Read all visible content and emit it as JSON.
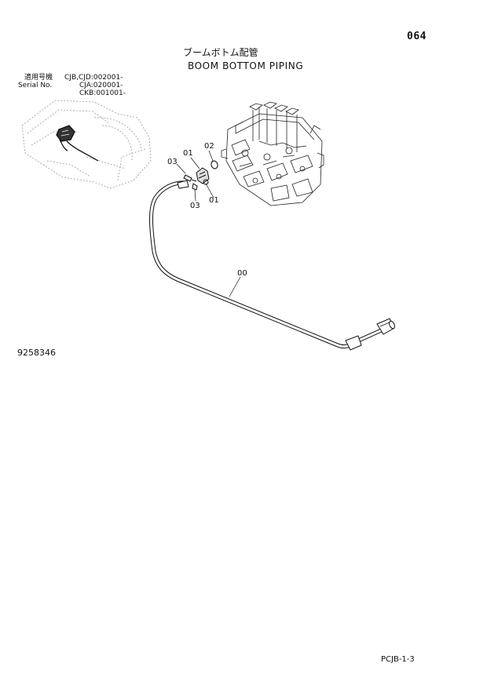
{
  "page_number": "064",
  "title_jp": "ブームボトム配管",
  "title_en": "BOOM BOTTOM PIPING",
  "serial": {
    "label_jp": "適用号機",
    "label_en": "Serial No.",
    "values": [
      "CJB,CJD:002001-",
      "CJA:020001-",
      "CKB:001001-"
    ]
  },
  "parts": {
    "p01_a": "01",
    "p01_b": "01",
    "p02": "02",
    "p03_a": "03",
    "p03_b": "03",
    "p00": "00"
  },
  "drawing_number": "9258346",
  "footer_code": "PCJB-1-3"
}
